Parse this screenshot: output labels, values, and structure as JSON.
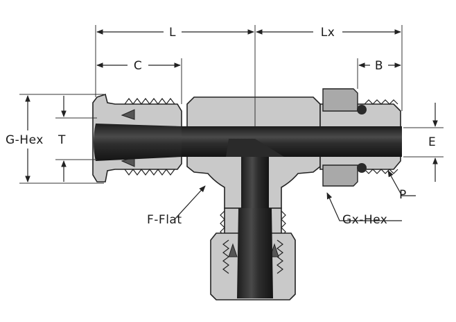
{
  "labels": {
    "L": "L",
    "Lx": "Lx",
    "C": "C",
    "B": "B",
    "G_hex": "G-Hex",
    "T": "T",
    "E": "E",
    "P": "P",
    "F_flat": "F-Flat",
    "Gx_hex": "Gx-Hex"
  },
  "colors": {
    "body": "#c9c9c9",
    "body_dark": "#a9a9a9",
    "tube": "#2b2b2b",
    "line": "#222222",
    "background": "#ffffff"
  }
}
